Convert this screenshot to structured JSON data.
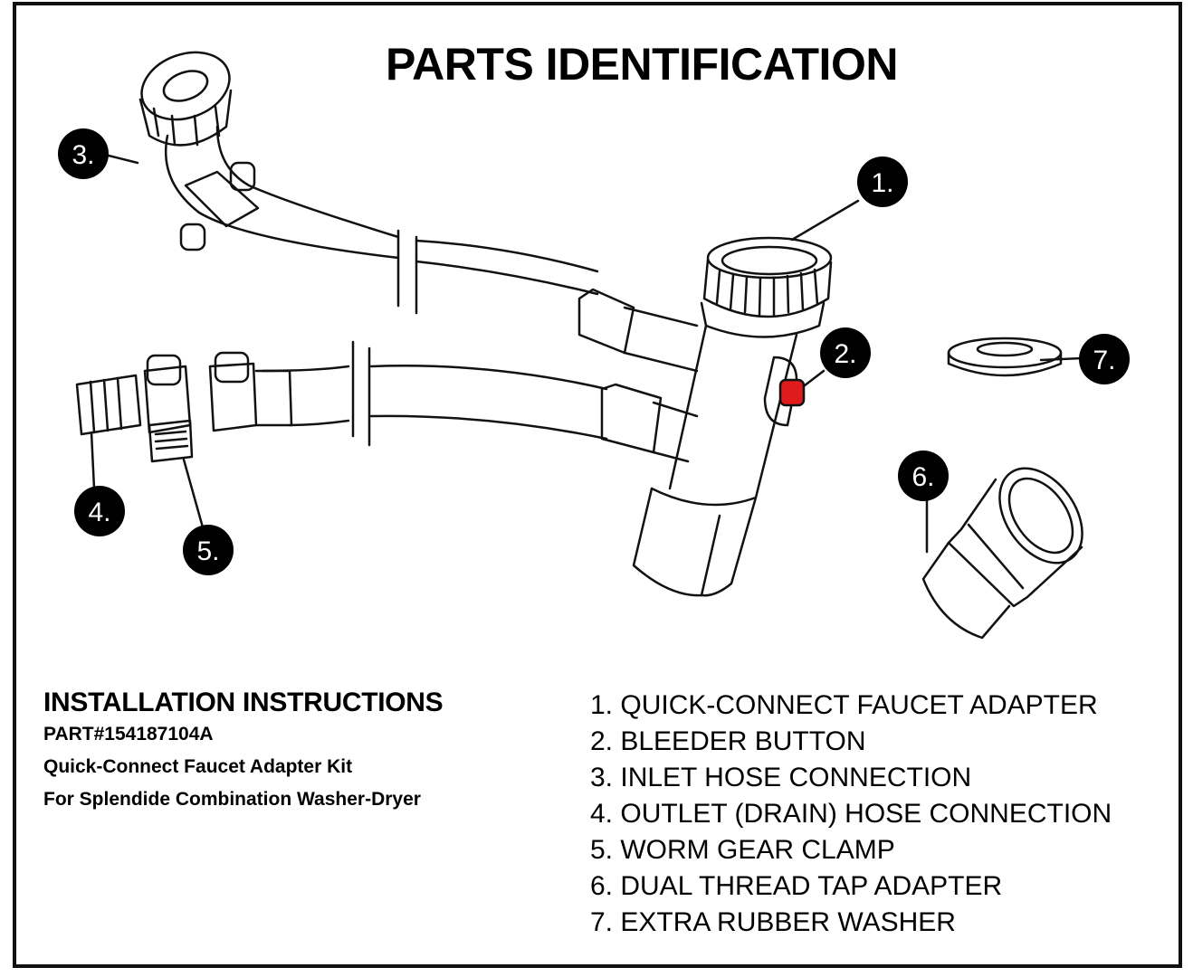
{
  "title": "PARTS IDENTIFICATION",
  "callouts": [
    {
      "number": "1."
    },
    {
      "number": "2."
    },
    {
      "number": "3."
    },
    {
      "number": "4."
    },
    {
      "number": "5."
    },
    {
      "number": "6."
    },
    {
      "number": "7."
    }
  ],
  "instructions": {
    "heading": "INSTALLATION INSTRUCTIONS",
    "part_number": "PART#154187104A",
    "kit_name": "Quick-Connect Faucet Adapter Kit",
    "applies_to": "For Splendide Combination Washer-Dryer"
  },
  "parts": [
    "1. QUICK-CONNECT FAUCET ADAPTER",
    "2. BLEEDER BUTTON",
    "3. INLET HOSE CONNECTION",
    "4. OUTLET (DRAIN) HOSE CONNECTION",
    "5. WORM GEAR CLAMP",
    "6. DUAL THREAD TAP ADAPTER",
    "7. EXTRA RUBBER WASHER"
  ],
  "colors": {
    "outline": "#111111",
    "callout_fill": "#000000",
    "bleeder_button": "#e01b1b"
  }
}
